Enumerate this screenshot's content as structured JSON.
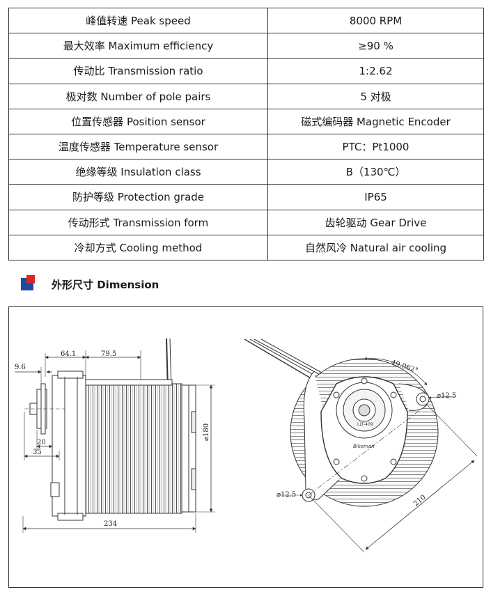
{
  "specs": [
    {
      "param": "峰值转速 Peak speed",
      "value": "8000 RPM"
    },
    {
      "param": "最大效率 Maximum efficiency",
      "value": "≥90 %"
    },
    {
      "param": "传动比 Transmission ratio",
      "value": "1:2.62"
    },
    {
      "param": "极对数 Number of pole pairs",
      "value": "5 对极"
    },
    {
      "param": "位置传感器 Position sensor",
      "value": "磁式编码器 Magnetic Encoder"
    },
    {
      "param": "温度传感器 Temperature sensor",
      "value": "PTC：Pt1000"
    },
    {
      "param": "绝缘等级 Insulation class",
      "value": "B（130℃）"
    },
    {
      "param": "防护等级 Protection grade",
      "value": "IP65"
    },
    {
      "param": "传动形式 Transmission form",
      "value": "齿轮驱动 Gear Drive"
    },
    {
      "param": "冷却方式 Cooling method",
      "value": "自然风冷 Natural air cooling"
    }
  ],
  "section": {
    "title": "外形尺寸 Dimension",
    "accent_blue": "#1d4aa0",
    "accent_red": "#d8262b"
  },
  "drawing": {
    "side_view": {
      "dim_a": "64.1",
      "dim_b": "79.5",
      "dim_c": "9.6",
      "dim_d": "20",
      "dim_e": "35",
      "dim_height": "⌀180",
      "dim_length": "234"
    },
    "front_view": {
      "dim_angle": "49.062°",
      "dim_hole_right": "⌀12.5",
      "dim_hole_left": "⌀12.5",
      "dim_radius": "210",
      "motor_label": "LLT-409",
      "brand_label": "Bikeman"
    }
  }
}
